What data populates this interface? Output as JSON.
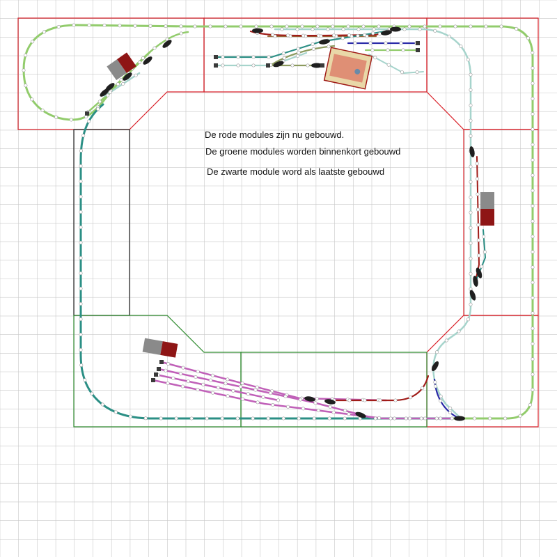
{
  "notes": {
    "line1": "De rode modules zijn nu gebouwd.",
    "line2": "De groene modules worden binnenkort gebouwd",
    "line3": "De zwarte module word als laatste gebouwd"
  },
  "colors": {
    "background": "#ffffff",
    "grid": "#c8c8c8",
    "module_built": "#d9222a",
    "module_soon": "#2e8b2e",
    "module_last": "#222222",
    "track_light_green": "#92cc6c",
    "track_pale_teal": "#a6d4cc",
    "track_teal": "#2b8f85",
    "track_magenta": "#c060b8",
    "track_navy": "#2a2aa8",
    "track_dark_red": "#a01c18",
    "track_brown": "#9a6a3a",
    "track_olive": "#8c9a5e",
    "turnout_marker": "#1f1f1f",
    "building_roof": "#8a8a8a",
    "building_wall": "#8e1515"
  },
  "icons": [
    "building-icon",
    "turnout-icon",
    "buffer-stop-icon",
    "track-joint-icon",
    "label-card-icon"
  ]
}
